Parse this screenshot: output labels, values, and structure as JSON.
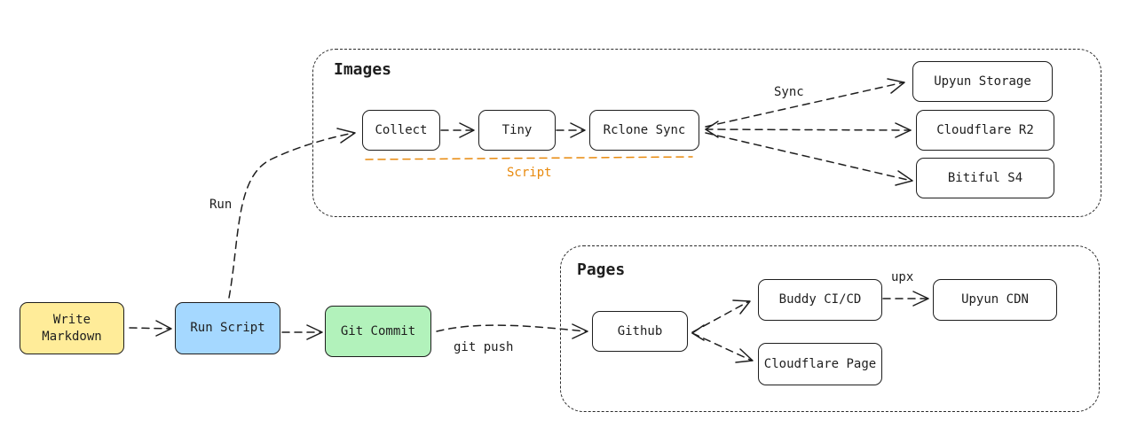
{
  "groups": {
    "images": {
      "title": "Images"
    },
    "pages": {
      "title": "Pages"
    }
  },
  "nodes": {
    "write_markdown": {
      "line1": "Write",
      "line2": "Markdown",
      "fill": "#ffec99"
    },
    "run_script": {
      "label": "Run Script",
      "fill": "#a5d8ff"
    },
    "git_commit": {
      "label": "Git Commit",
      "fill": "#b2f2bb"
    },
    "collect": {
      "label": "Collect"
    },
    "tiny": {
      "label": "Tiny"
    },
    "rclone_sync": {
      "label": "Rclone Sync"
    },
    "upyun_storage": {
      "label": "Upyun Storage"
    },
    "cloudflare_r2": {
      "label": "Cloudflare R2"
    },
    "bitiful_s4": {
      "label": "Bitiful S4"
    },
    "github": {
      "label": "Github"
    },
    "buddy_cicd": {
      "label": "Buddy CI/CD"
    },
    "upyun_cdn": {
      "label": "Upyun CDN"
    },
    "cloudflare_page": {
      "label": "Cloudflare Page"
    }
  },
  "edge_labels": {
    "run": "Run",
    "script": "Script",
    "sync": "Sync",
    "git_push": "git push",
    "upx": "upx"
  },
  "colors": {
    "stroke": "#1e1e1e",
    "script_underline": "#e8890c",
    "write_markdown_fill": "#ffec99",
    "run_script_fill": "#a5d8ff",
    "git_commit_fill": "#b2f2bb"
  }
}
